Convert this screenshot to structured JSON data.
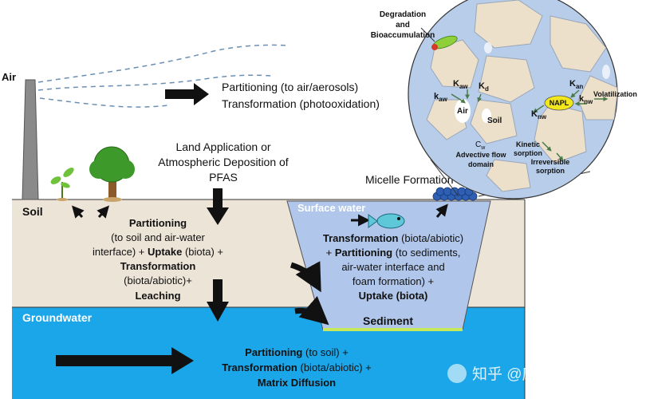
{
  "labels": {
    "air": "Air",
    "soil": "Soil",
    "groundwater": "Groundwater",
    "surface_water": "Surface water",
    "sediment": "Sediment",
    "micelle": "Micelle Formation"
  },
  "air_process": [
    "Partitioning (to air/aerosols)",
    "Transformation (photooxidation)"
  ],
  "deposition": [
    "Land Application or",
    "Atmospheric Deposition of",
    "PFAS"
  ],
  "soil_process": {
    "l1_b": "Partitioning",
    "l2": "(to soil and air-water",
    "l3_a": "interface) +",
    "l3_b": "Uptake",
    "l3_c": "(biota) +",
    "l4_b": "Transformation",
    "l5": "(biota/abiotic)+",
    "l6_b": "Leaching"
  },
  "surface_process": {
    "l1_b": "Transformation",
    "l1_r": "(biota/abiotic)",
    "l2_a": "+",
    "l2_b": "Partitioning",
    "l2_r": "(to sediments,",
    "l3": "air-water interface and",
    "l4": "foam formation) +",
    "l5_b": "Uptake (biota)"
  },
  "groundwater_process": {
    "l1_b": "Partitioning",
    "l1_r": "(to soil) +",
    "l2_b": "Transformation",
    "l2_r": "(biota/abiotic) +",
    "l3_b": "Matrix Diffusion"
  },
  "inset": {
    "degradation": [
      "Degradation",
      "and",
      "Bioaccumulation"
    ],
    "k_aw1": "K",
    "k_aw1_sub": "aw",
    "k_aw2": "k",
    "k_aw2_sub": "aw",
    "k_d": "K",
    "k_d_sub": "d",
    "k_an": "K",
    "k_an_sub": "an",
    "k_nw1": "k",
    "k_nw1_sub": "nw",
    "k_nw2": "K",
    "k_nw2_sub": "nw",
    "air": "Air",
    "soil": "Soil",
    "napl": "NAPL",
    "volatilization": "Volatilization",
    "cw": "C",
    "cw_sub": "w",
    "advective": [
      "Advective flow",
      "domain"
    ],
    "kinetic": [
      "Kinetic",
      "sorption"
    ],
    "irreversible": [
      "Irreversible",
      "sorption"
    ]
  },
  "watermark": "知乎 @废柴超暑长",
  "colors": {
    "soil": "#ede4d8",
    "groundwater": "#1aa6e8",
    "surface_water": "#b0c6ea",
    "inset_bg": "#b7cdea",
    "grain": "#ede0cb",
    "sediment_line": "#c7e85a",
    "napl": "#f2e61c"
  }
}
